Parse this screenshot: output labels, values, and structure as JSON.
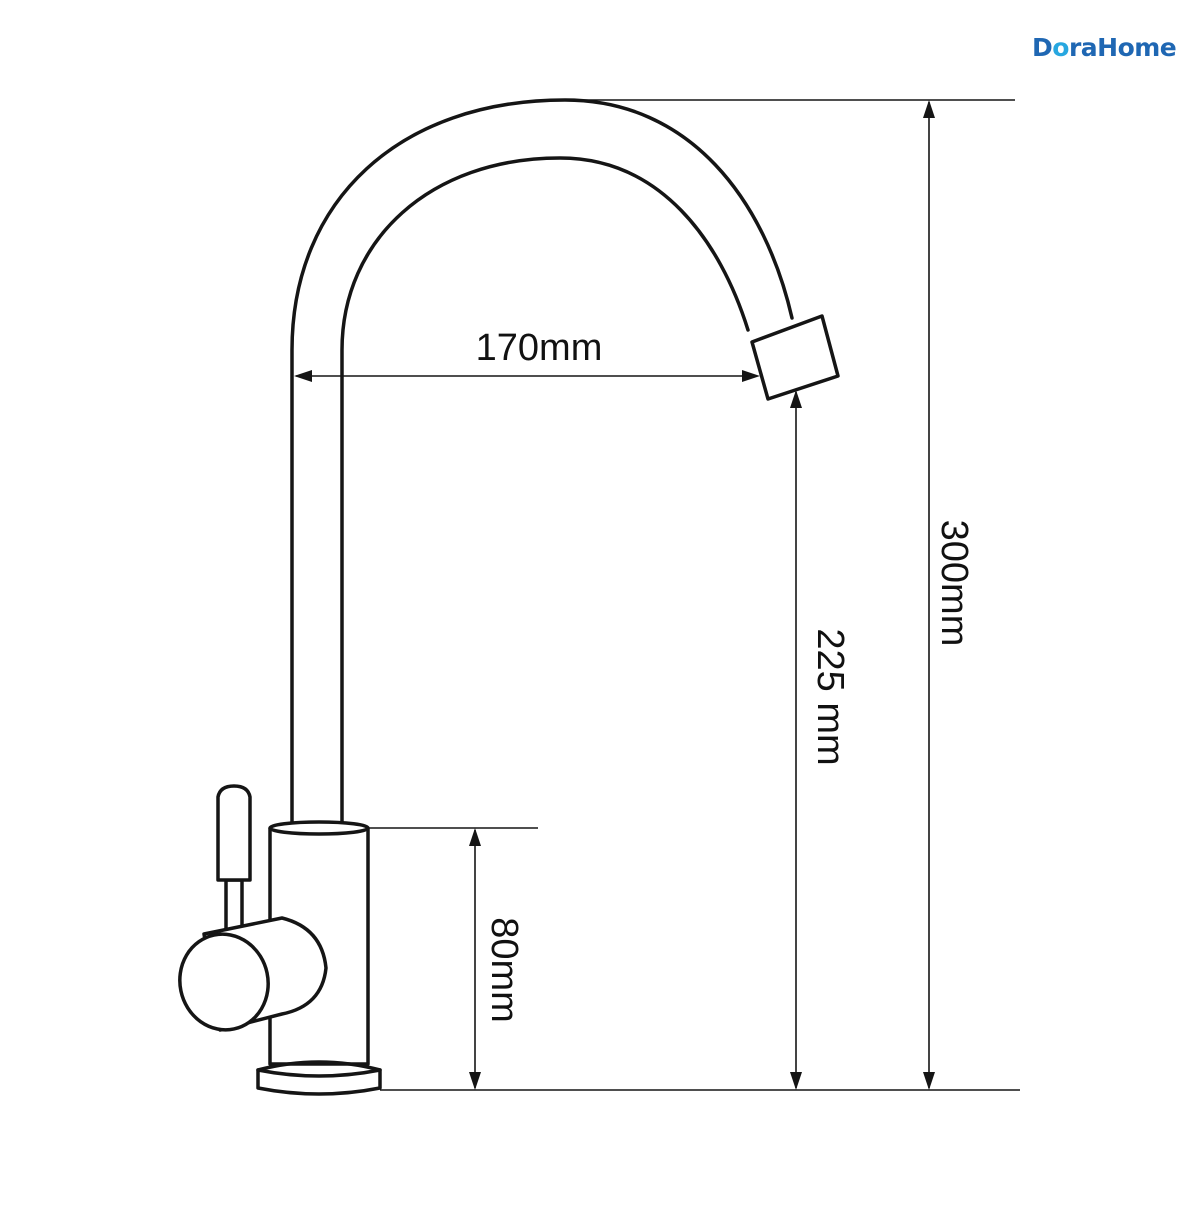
{
  "brand": {
    "logo_prefix": "D",
    "logo_drop": "o",
    "logo_rest": "raHome",
    "primary_color": "#1f67b3",
    "accent_color": "#27a7e0"
  },
  "dimensions": {
    "reach": "170mm",
    "spout_height": "225 mm",
    "total_height": "300mm",
    "body_height": "80mm"
  },
  "line_color": "#151515"
}
